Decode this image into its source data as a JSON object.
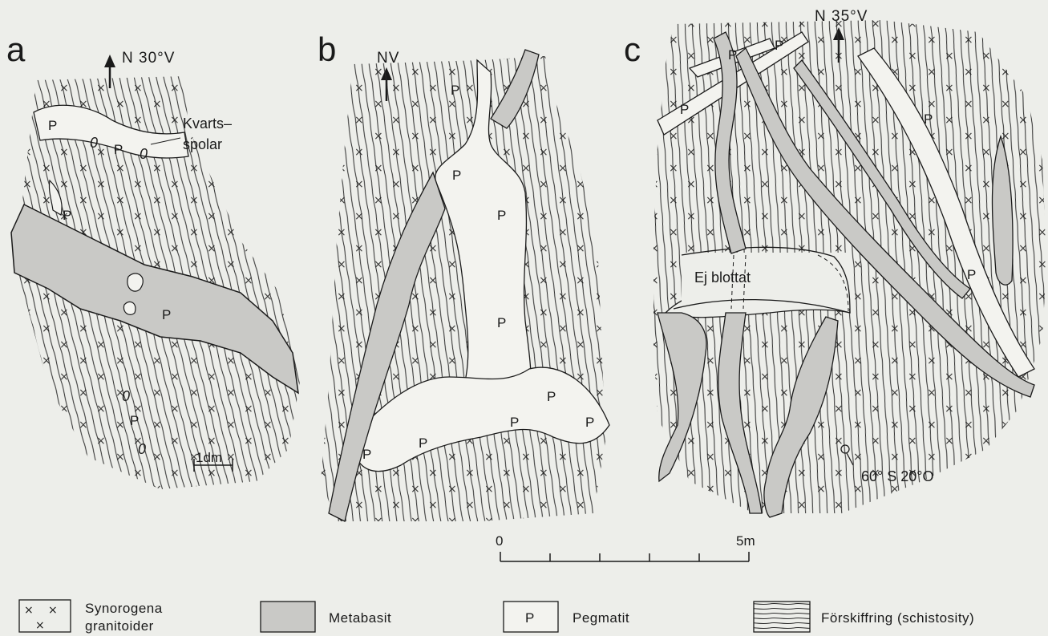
{
  "panels": {
    "a": {
      "letter": "a",
      "north": "N 30°V",
      "labels": {
        "kvarts": "Kvarts–",
        "spolar": "spolar",
        "scale": "1dm"
      }
    },
    "b": {
      "letter": "b",
      "north": "NV"
    },
    "c": {
      "letter": "c",
      "north": "N 35°V",
      "labels": {
        "ej_blottat": "Ej blottat",
        "dip": "60°  S 20°O"
      }
    }
  },
  "pegmatite_letter": "P",
  "quartz_pod_symbol": "0",
  "scale_bar": {
    "start": "0",
    "end": "5m"
  },
  "legend": [
    {
      "id": "granitoid",
      "label_line1": "Synorogena",
      "label_line2": "granitoider"
    },
    {
      "id": "metabasite",
      "label": "Metabasit",
      "color": "#c9c9c6"
    },
    {
      "id": "pegmatite",
      "symbol": "P",
      "label": "Pegmatit"
    },
    {
      "id": "schistosity",
      "label": "Förskiffring (schistosity)"
    }
  ],
  "colors": {
    "background": "#edeeea",
    "metabasite": "#c9c9c6",
    "ink": "#1a1a1a",
    "pegmatite": "#f3f3ef"
  }
}
